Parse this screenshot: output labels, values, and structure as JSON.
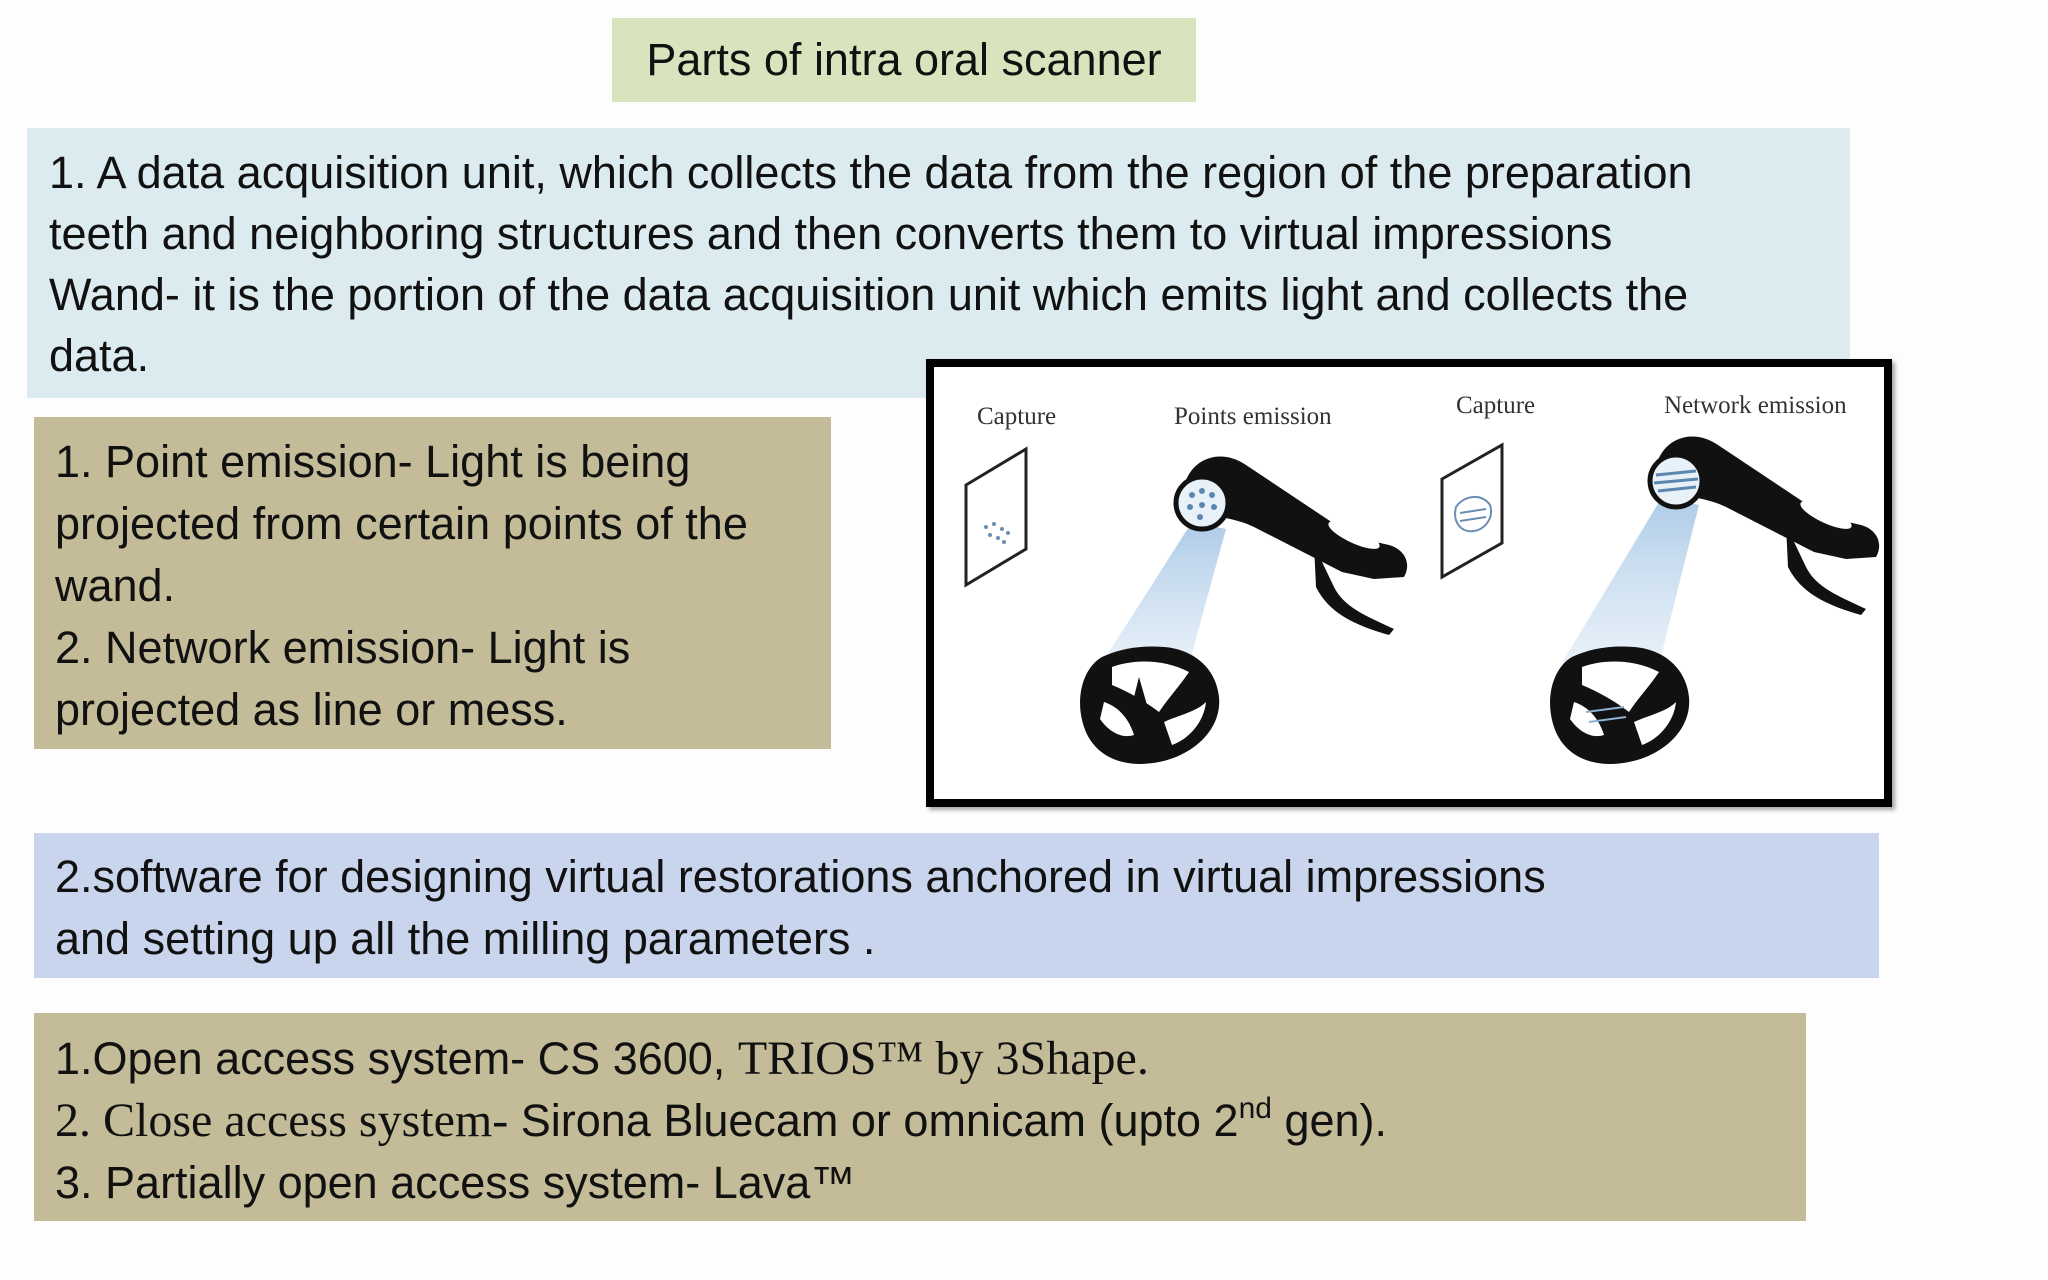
{
  "title": "Parts of intra oral scanner",
  "section1": {
    "lines": [
      "1. A data acquisition unit, which collects the data from the region of the preparation",
      "teeth and neighboring structures and then converts them to virtual impressions",
      "Wand-  it is the portion of the data acquisition unit which emits light and collects the",
      "data."
    ]
  },
  "emission": {
    "lines": [
      "1. Point emission- Light is being",
      "projected from certain points of the",
      "wand.",
      "2.  Network emission- Light is",
      "projected as line or mess."
    ]
  },
  "figure": {
    "labels": {
      "capture_1": "Capture",
      "points_emission": "Points emission",
      "capture_2": "Capture",
      "network_emission": "Network emission"
    }
  },
  "section2": {
    "lines": [
      "2.software for designing virtual restorations anchored in virtual impressions",
      "and setting up all the milling parameters ."
    ]
  },
  "systems": {
    "line1_a": "1.Open access system-  CS 3600, ",
    "line1_b": "TRIOS™ by 3Shape.",
    "line2_a": "2. Close access system-",
    "line2_b": "  Sirona Bluecam or omnicam (upto 2",
    "line2_sup": "nd",
    "line2_c": " gen).",
    "line3": "3. Partially open access system- Lava™"
  },
  "colors": {
    "title_bg": "#d7e4bd",
    "blue_bg": "#dbebf0",
    "tan_bg": "#c4bc98",
    "lavender_bg": "#c9d5ec",
    "light_beam": "#bcd4ea"
  }
}
